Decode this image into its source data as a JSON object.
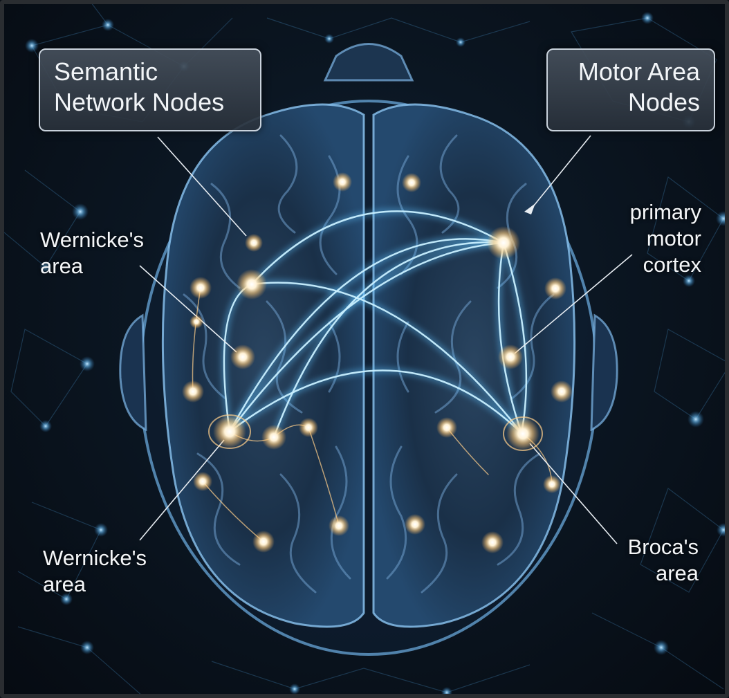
{
  "callouts": {
    "semantic": {
      "line1": "Semantic",
      "line2": "Network Nodes"
    },
    "motor": {
      "line1": "Motor Area",
      "line2": "Nodes"
    }
  },
  "labels": {
    "wernicke_upper": {
      "line1": "Wernicke's",
      "line2": "area"
    },
    "wernicke_lower": {
      "line1": "Wernicke's",
      "line2": "area"
    },
    "primary_motor": {
      "line1": "primary",
      "line2": "motor",
      "line3": "cortex"
    },
    "broca": {
      "line1": "Broca's",
      "line2": "area"
    }
  },
  "colors": {
    "background": "#0b1622",
    "brain_glow": "#6fb8ff",
    "connection": "#8fd8ff",
    "node_glow": "#ffd9a0"
  }
}
